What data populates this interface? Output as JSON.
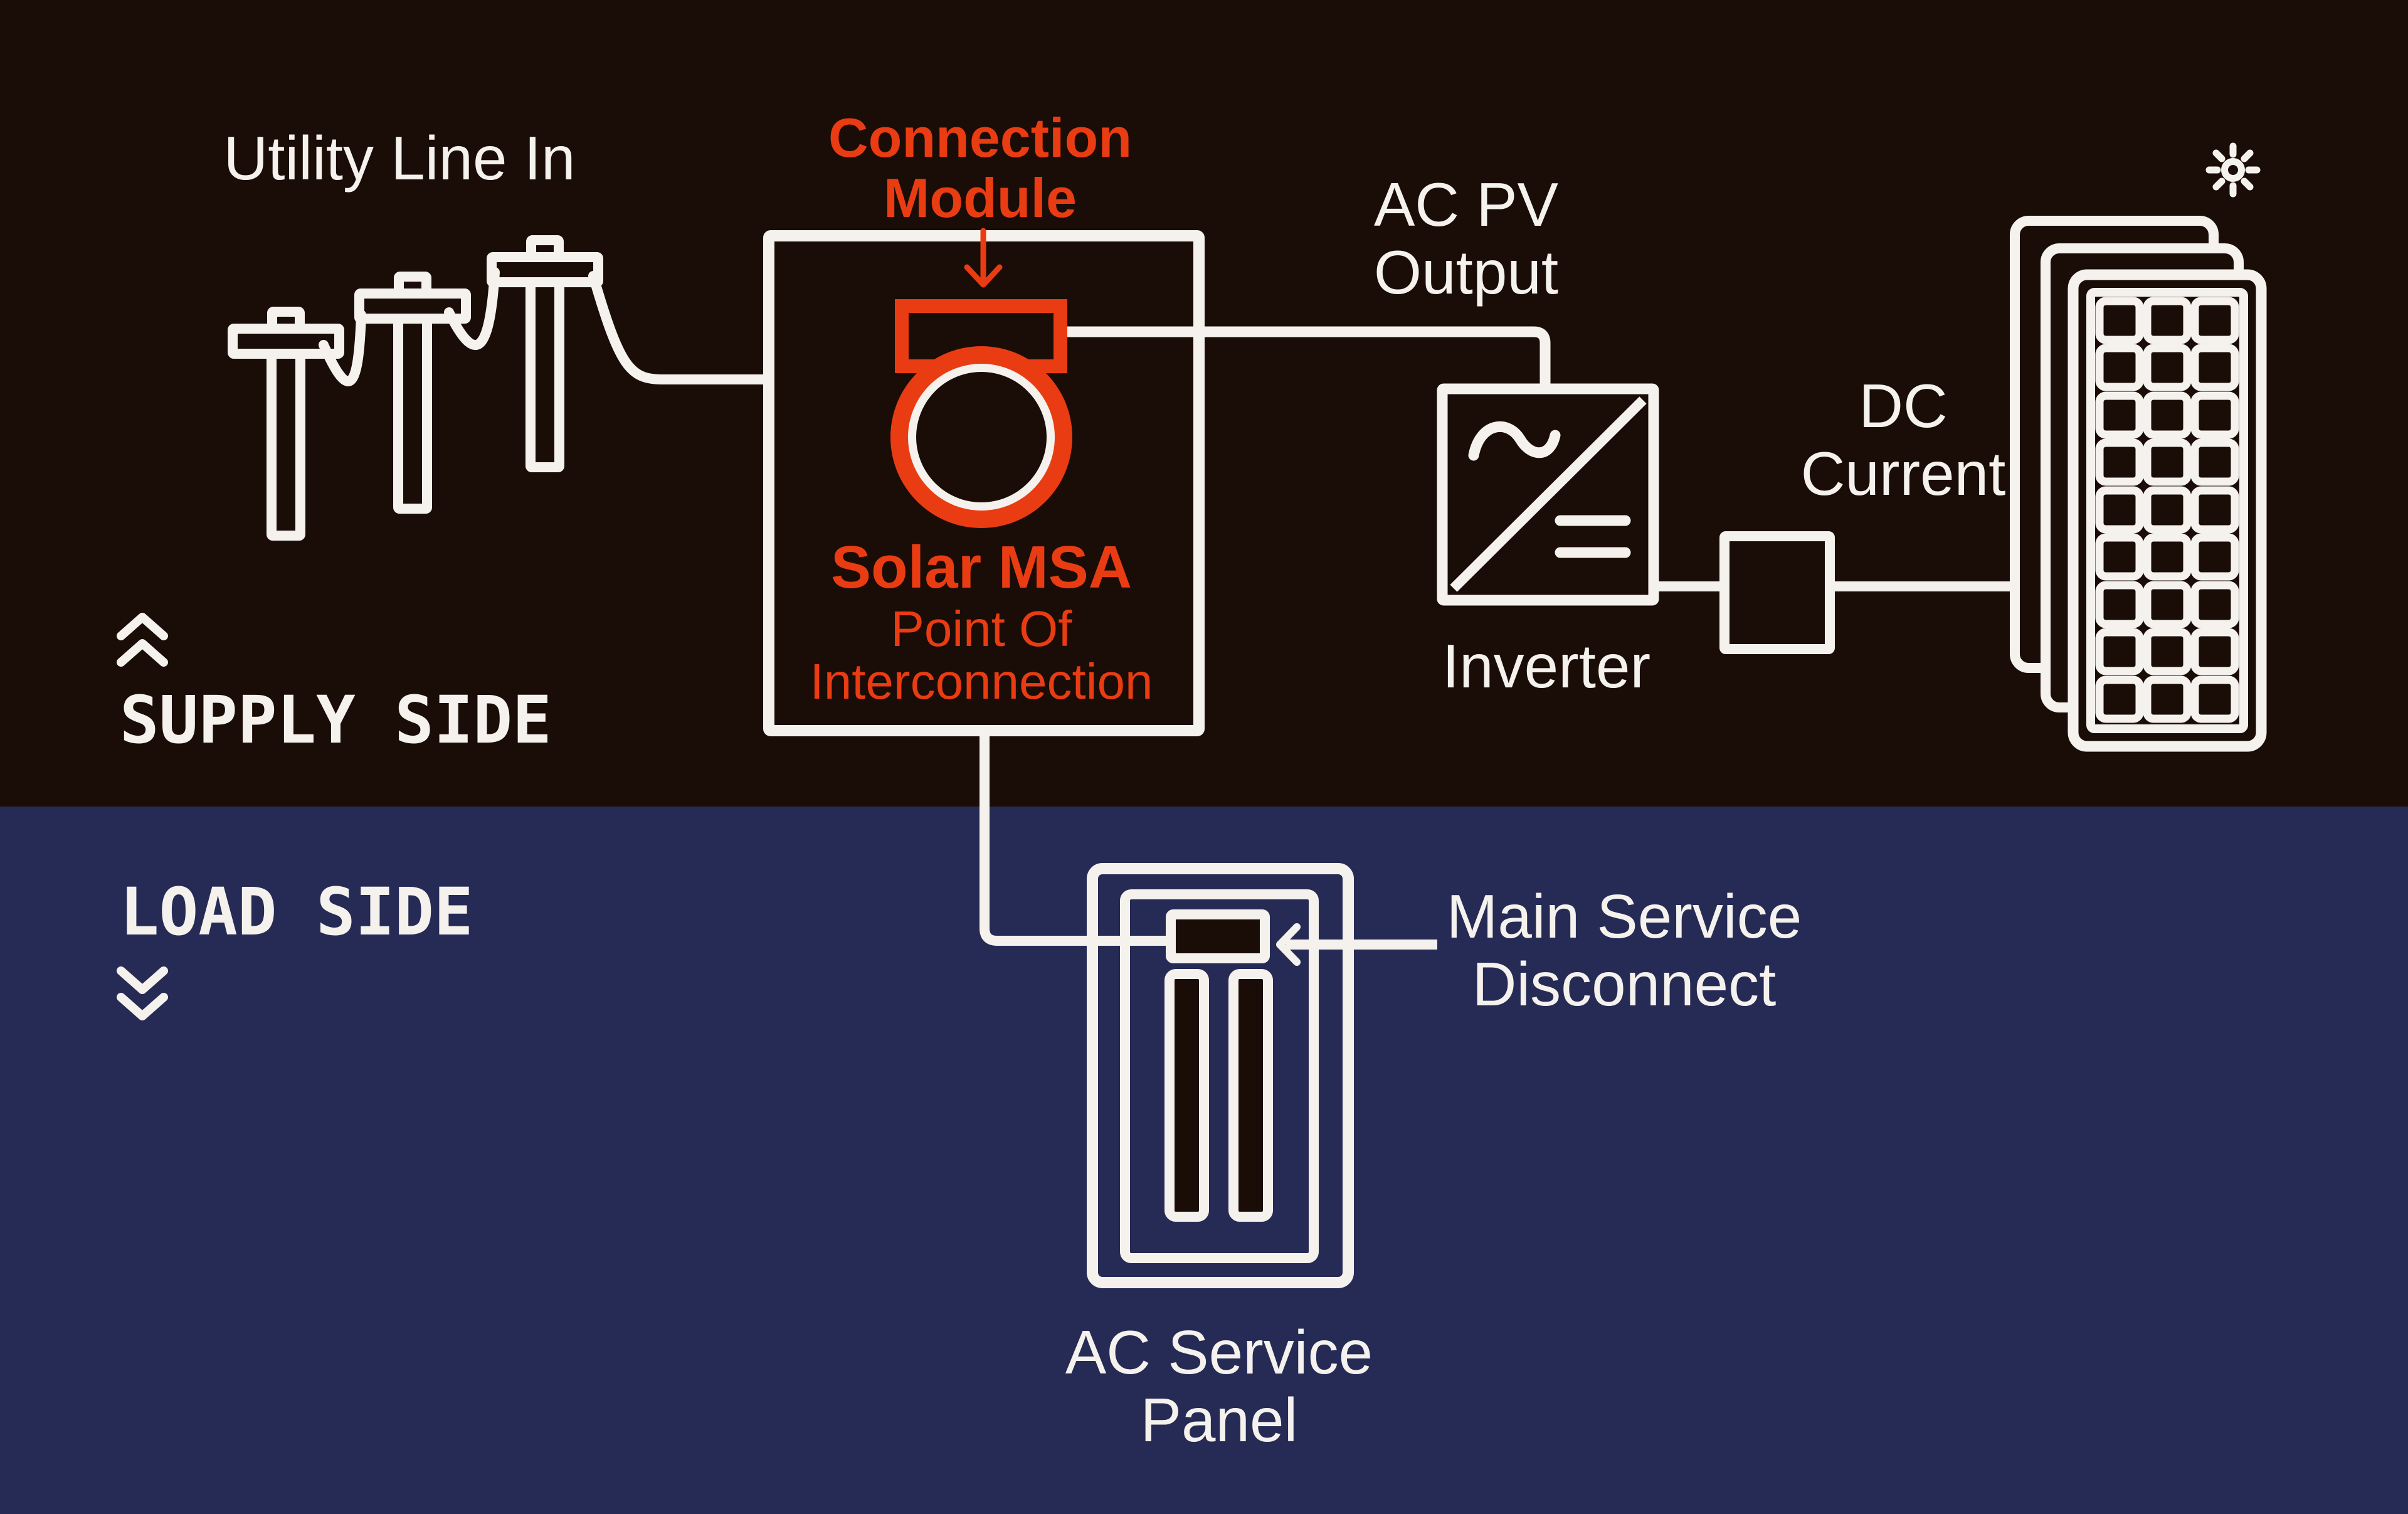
{
  "colors": {
    "supply_bg": "#1a0c06",
    "load_bg": "#262b55",
    "accent_red": "#e93c13",
    "line_white": "#f5f2ee"
  },
  "sections": {
    "supply": {
      "label": "SUPPLY SIDE"
    },
    "load": {
      "label": "LOAD SIDE"
    }
  },
  "labels": {
    "utility": "Utility Line In",
    "connection_module": [
      "Connection",
      "Module"
    ],
    "solar_msa_title": "Solar MSA",
    "solar_msa_sub": [
      "Point Of",
      "Interconnection"
    ],
    "ac_pv_output": [
      "AC PV",
      "Output"
    ],
    "dc_current": [
      "DC",
      "Current"
    ],
    "inverter": "Inverter",
    "main_service_disconnect": [
      "Main Service",
      "Disconnect"
    ],
    "ac_service_panel": [
      "AC Service",
      "Panel"
    ]
  },
  "icons": {
    "utility_poles": "utility-poles-icon",
    "connection_module": "connection-module-icon",
    "msa_box": "solar-msa-boundary-box",
    "inverter": "inverter-icon",
    "junction_box": "dc-junction-box-icon",
    "solar_panels": "solar-panel-array-icon",
    "sun": "sun-icon",
    "service_panel": "ac-service-panel-icon",
    "chevrons_up": "chevron-up-double-icon",
    "chevrons_down": "chevron-down-double-icon",
    "red_arrow": "arrow-down-icon",
    "disconnect_arrow": "arrow-left-icon"
  }
}
